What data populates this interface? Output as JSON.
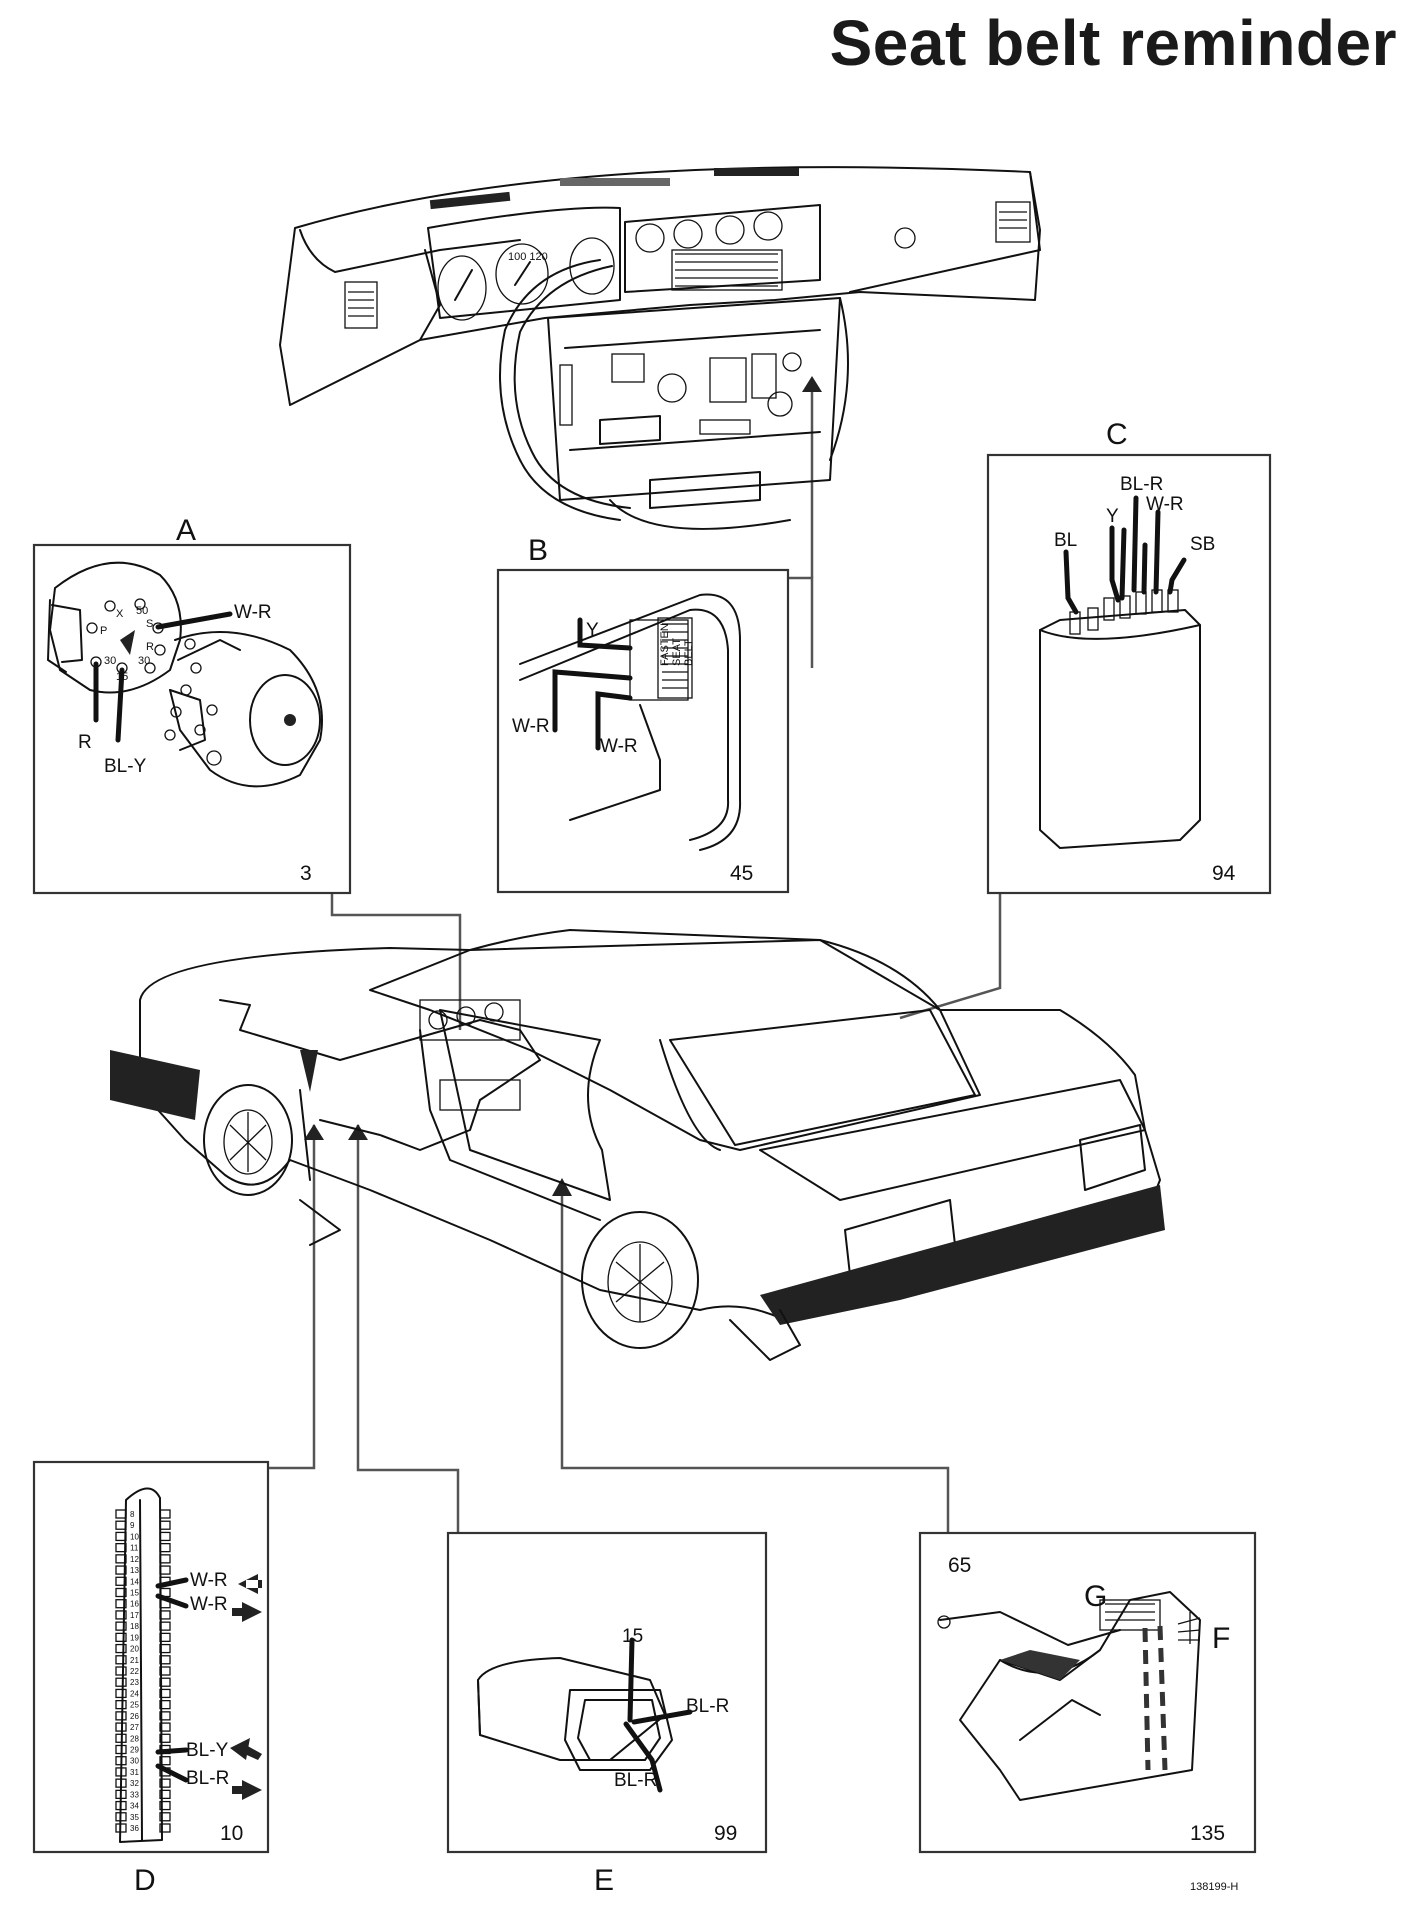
{
  "title": "Seat belt reminder",
  "drawing_number": "138199-H",
  "panels": {
    "A": {
      "letter": "A",
      "number": "3",
      "wires": [
        "W-R",
        "R",
        "BL-Y"
      ],
      "terminals": [
        "X",
        "50",
        "P",
        "S",
        "R",
        "30",
        "15",
        "30"
      ]
    },
    "B": {
      "letter": "B",
      "number": "45",
      "wires": [
        "Y",
        "W-R",
        "W-R"
      ],
      "plate_lines": [
        "FASTEN",
        "SEAT",
        "BELT"
      ]
    },
    "C": {
      "letter": "C",
      "number": "94",
      "wires": [
        "BL-R",
        "Y",
        "W-R",
        "BL",
        "SB"
      ]
    },
    "D": {
      "letter": "D",
      "number": "10",
      "wires": [
        "W-R",
        "W-R",
        "BL-Y",
        "BL-R"
      ],
      "pins": [
        "8",
        "9",
        "10",
        "11",
        "12",
        "13",
        "14",
        "15",
        "16",
        "17",
        "18",
        "19",
        "20",
        "21",
        "22",
        "23",
        "24",
        "25",
        "26",
        "27",
        "28",
        "29",
        "30",
        "31",
        "32",
        "33",
        "34",
        "35",
        "36"
      ]
    },
    "E": {
      "letter": "E",
      "number": "99",
      "terminal": "15",
      "wires": [
        "BL-R",
        "BL-R"
      ]
    },
    "FG": {
      "number_top": "65",
      "number_bottom": "135",
      "label_g": "G",
      "label_f": "F"
    }
  }
}
